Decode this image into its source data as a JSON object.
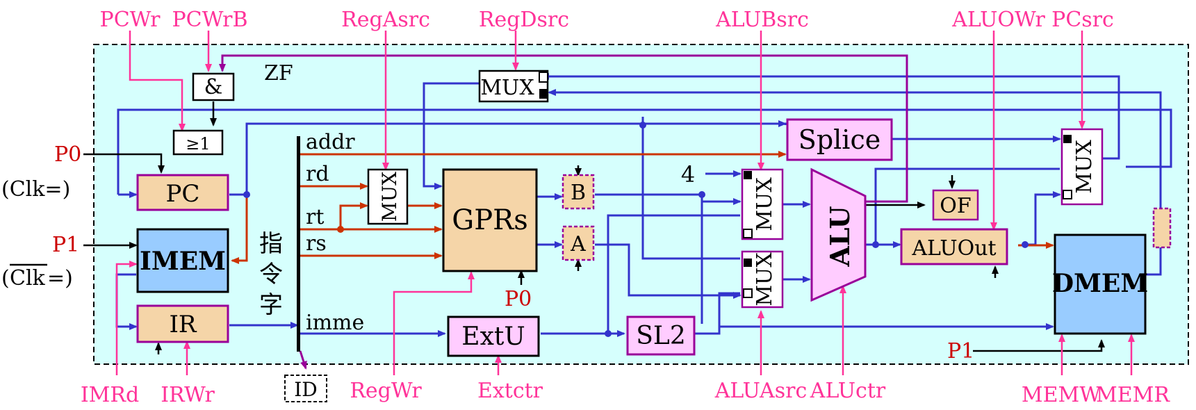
{
  "colors": {
    "background_panel": "#d6fffd",
    "bus_blue": "#3333cc",
    "bus_red": "#cc3300",
    "signal_pink": "#ff3399",
    "purple": "#990099",
    "clock_red": "#cc0000",
    "orange_box": "#f5d5a8",
    "pink_box": "#ffccff",
    "blue_box": "#99ccff"
  },
  "signals": {
    "pcwr": "PCWr",
    "pcwrb": "PCWrB",
    "regasrc": "RegAsrc",
    "regdsrc": "RegDsrc",
    "alubsrc": "ALUBsrc",
    "aluowr": "ALUOWr",
    "pcsrc": "PCsrc",
    "imrd": "IMRd",
    "irwr": "IRWr",
    "regwr": "RegWr",
    "extctr": "Extctr",
    "aluasrc": "ALUAsrc",
    "aluctr": "ALUctr",
    "memw": "MEMW",
    "memr": "MEMR"
  },
  "clocks": {
    "p0_pc": "P0",
    "clk": "(Clk=)",
    "p1_imem": "P1",
    "clk_bar_prefix": "(",
    "clk_bar": "Clk",
    "clk_bar_suffix": "=)",
    "p0_gprs": "P0",
    "p1_dmem": "P1"
  },
  "blocks": {
    "and_gate": "&",
    "or_gate": "≥1",
    "pc": "PC",
    "imem": "IMEM",
    "ir": "IR",
    "mux_regdst": "MUX",
    "mux_rega": "MUX",
    "gprs": "GPRs",
    "reg_b": "B",
    "reg_a": "A",
    "extu": "ExtU",
    "sl2": "SL2",
    "splice": "Splice",
    "mux_alub": "MUX",
    "mux_alua": "MUX",
    "alu": "ALU",
    "of": "OF",
    "aluout": "ALUOut",
    "mux_pc": "MUX",
    "dmem": "DMEM"
  },
  "labels": {
    "zf": "ZF",
    "addr": "addr",
    "rd": "rd",
    "rt": "rt",
    "rs": "rs",
    "imme": "imme",
    "instr_word": [
      "指",
      "令",
      "字"
    ],
    "const_four": "4",
    "id": "ID"
  }
}
